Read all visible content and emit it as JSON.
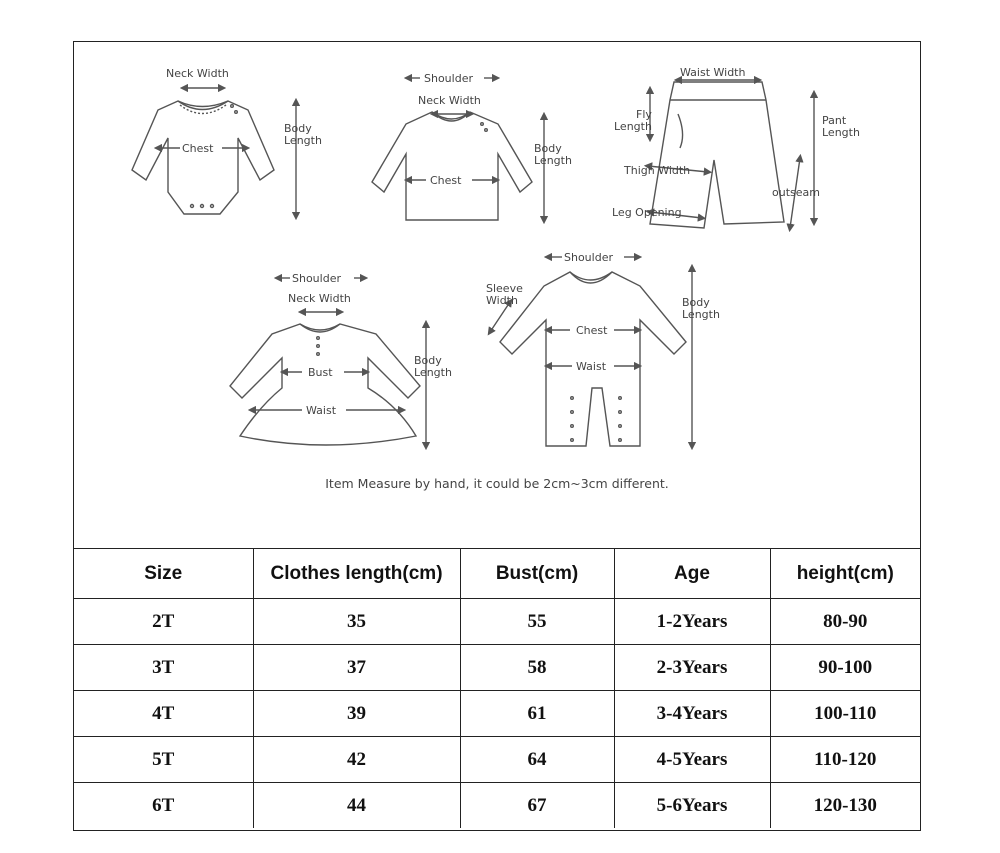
{
  "diagram": {
    "bodysuit": {
      "neck_width": "Neck Width",
      "chest": "Chest",
      "body_length_1": "Body",
      "body_length_2": "Length"
    },
    "sweater": {
      "shoulder": "Shoulder",
      "neck_width": "Neck Width",
      "chest": "Chest",
      "body_length_1": "Body",
      "body_length_2": "Length"
    },
    "pants": {
      "waist_width": "Waist Width",
      "fly_1": "Fly",
      "fly_2": "Length",
      "thigh_width": "Thigh Width",
      "leg_opening": "Leg Opening",
      "outseam": "outseam",
      "pant_length_1": "Pant",
      "pant_length_2": "Length"
    },
    "dress": {
      "shoulder": "Shoulder",
      "neck_width": "Neck Width",
      "bust": "Bust",
      "waist": "Waist",
      "body_length_1": "Body",
      "body_length_2": "Length"
    },
    "romper": {
      "shoulder": "Shoulder",
      "sleeve_1": "Sleeve",
      "sleeve_2": "Width",
      "chest": "Chest",
      "waist": "Waist",
      "body_length_1": "Body",
      "body_length_2": "Length"
    },
    "note": "Item Measure by hand, it could be 2cm~3cm different."
  },
  "table": {
    "headers": [
      "Size",
      "Clothes length(cm)",
      "Bust(cm)",
      "Age",
      "height(cm)"
    ],
    "rows": [
      [
        "2T",
        "35",
        "55",
        "1-2Years",
        "80-90"
      ],
      [
        "3T",
        "37",
        "58",
        "2-3Years",
        "90-100"
      ],
      [
        "4T",
        "39",
        "61",
        "3-4Years",
        "100-110"
      ],
      [
        "5T",
        "42",
        "64",
        "4-5Years",
        "110-120"
      ],
      [
        "6T",
        "44",
        "67",
        "5-6Years",
        "120-130"
      ]
    ]
  }
}
